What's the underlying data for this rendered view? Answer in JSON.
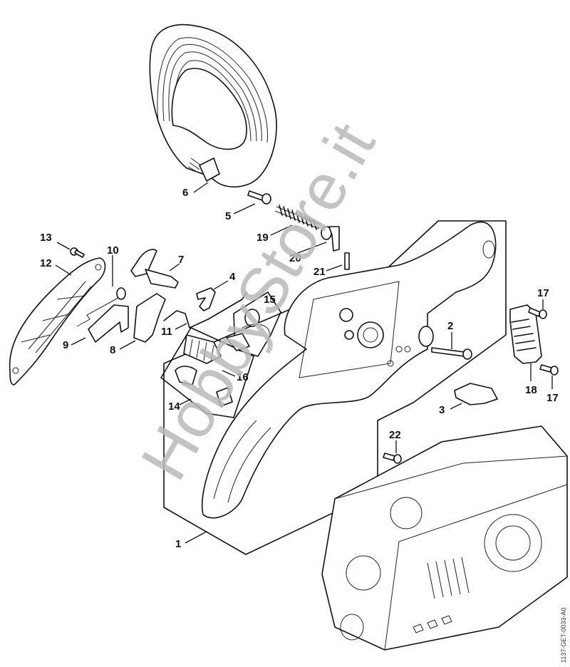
{
  "diagram": {
    "title": "Handle housing assembly exploded view",
    "drawing_code": "1137-GET-0033-A0",
    "watermark": "HobbyStore.it",
    "part_labels": [
      {
        "id": "1",
        "part": "handle-housing"
      },
      {
        "id": "2",
        "part": "screw"
      },
      {
        "id": "3",
        "part": "clip"
      },
      {
        "id": "4",
        "part": "clip"
      },
      {
        "id": "5",
        "part": "screw"
      },
      {
        "id": "6",
        "part": "handlebar"
      },
      {
        "id": "7",
        "part": "throttle-lever"
      },
      {
        "id": "8",
        "part": "throttle-trigger"
      },
      {
        "id": "9",
        "part": "trigger-interlock"
      },
      {
        "id": "10",
        "part": "torsion-spring"
      },
      {
        "id": "11",
        "part": "throttle-rod"
      },
      {
        "id": "12",
        "part": "handle-molding"
      },
      {
        "id": "13",
        "part": "screw"
      },
      {
        "id": "14",
        "part": "cover-grille-set"
      },
      {
        "id": "15",
        "part": "switch-shaft"
      },
      {
        "id": "16",
        "part": "contact-spring"
      },
      {
        "id": "17",
        "part": "screw"
      },
      {
        "id": "18",
        "part": "annular-buffer"
      },
      {
        "id": "19",
        "part": "spring"
      },
      {
        "id": "20",
        "part": "buffer-stop"
      },
      {
        "id": "21",
        "part": "screw"
      },
      {
        "id": "22",
        "part": "screw"
      }
    ]
  }
}
